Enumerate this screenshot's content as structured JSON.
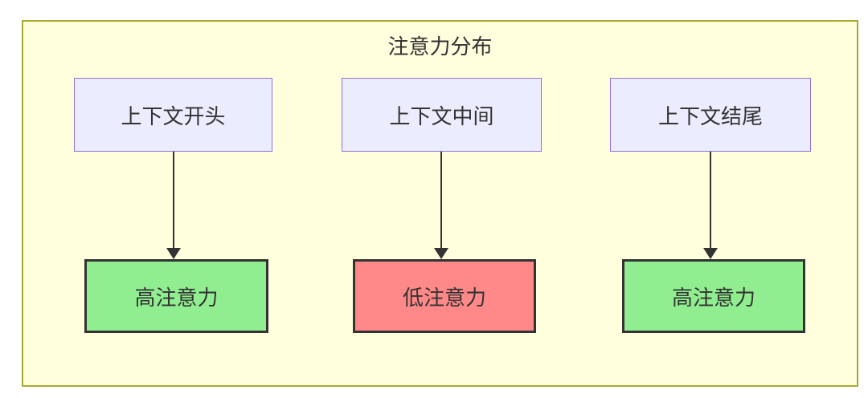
{
  "diagram": {
    "title": "注意力分布",
    "nodes": {
      "sources": [
        {
          "label": "上下文开头"
        },
        {
          "label": "上下文中间"
        },
        {
          "label": "上下文结尾"
        }
      ],
      "targets": [
        {
          "label": "高注意力",
          "level": "high"
        },
        {
          "label": "低注意力",
          "level": "low"
        },
        {
          "label": "高注意力",
          "level": "high"
        }
      ]
    },
    "edges": [
      {
        "from": "上下文开头",
        "to": "高注意力"
      },
      {
        "from": "上下文中间",
        "to": "低注意力"
      },
      {
        "from": "上下文结尾",
        "to": "高注意力"
      }
    ],
    "colors": {
      "frame_background": "#ffffde",
      "frame_border": "#aaaa33",
      "source_node_fill": "#ececff",
      "source_node_border": "#9370db",
      "high_attention_fill": "#90ee90",
      "low_attention_fill": "#ff8888",
      "target_node_border": "#333333",
      "arrow": "#333333",
      "text": "#333333"
    }
  }
}
